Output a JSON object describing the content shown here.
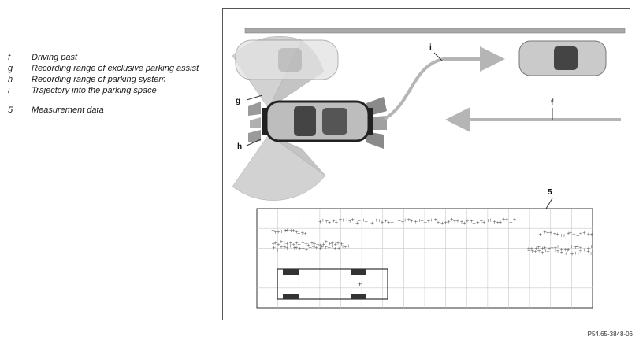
{
  "legend": {
    "items": [
      {
        "key": "f",
        "text": "Driving past"
      },
      {
        "key": "g",
        "text": "Recording range of exclusive parking assist"
      },
      {
        "key": "h",
        "text": "Recording range of parking system"
      },
      {
        "key": "i",
        "text": "Trajectory into the parking space"
      },
      {
        "key": "5",
        "text": "Measurement data"
      }
    ]
  },
  "callouts": {
    "f": "f",
    "g": "g",
    "h": "h",
    "i": "i",
    "five": "5"
  },
  "reference_code": "P54.65-3848-06",
  "colors": {
    "road_bar": "#a9a9a9",
    "sensor_field": "#cfcfcf",
    "car_body": "#bdbdbd",
    "car_dark": "#222222",
    "trajectory": "#b5b5b5",
    "grid_line": "#c8c8c8",
    "data_marker": "#555555"
  }
}
